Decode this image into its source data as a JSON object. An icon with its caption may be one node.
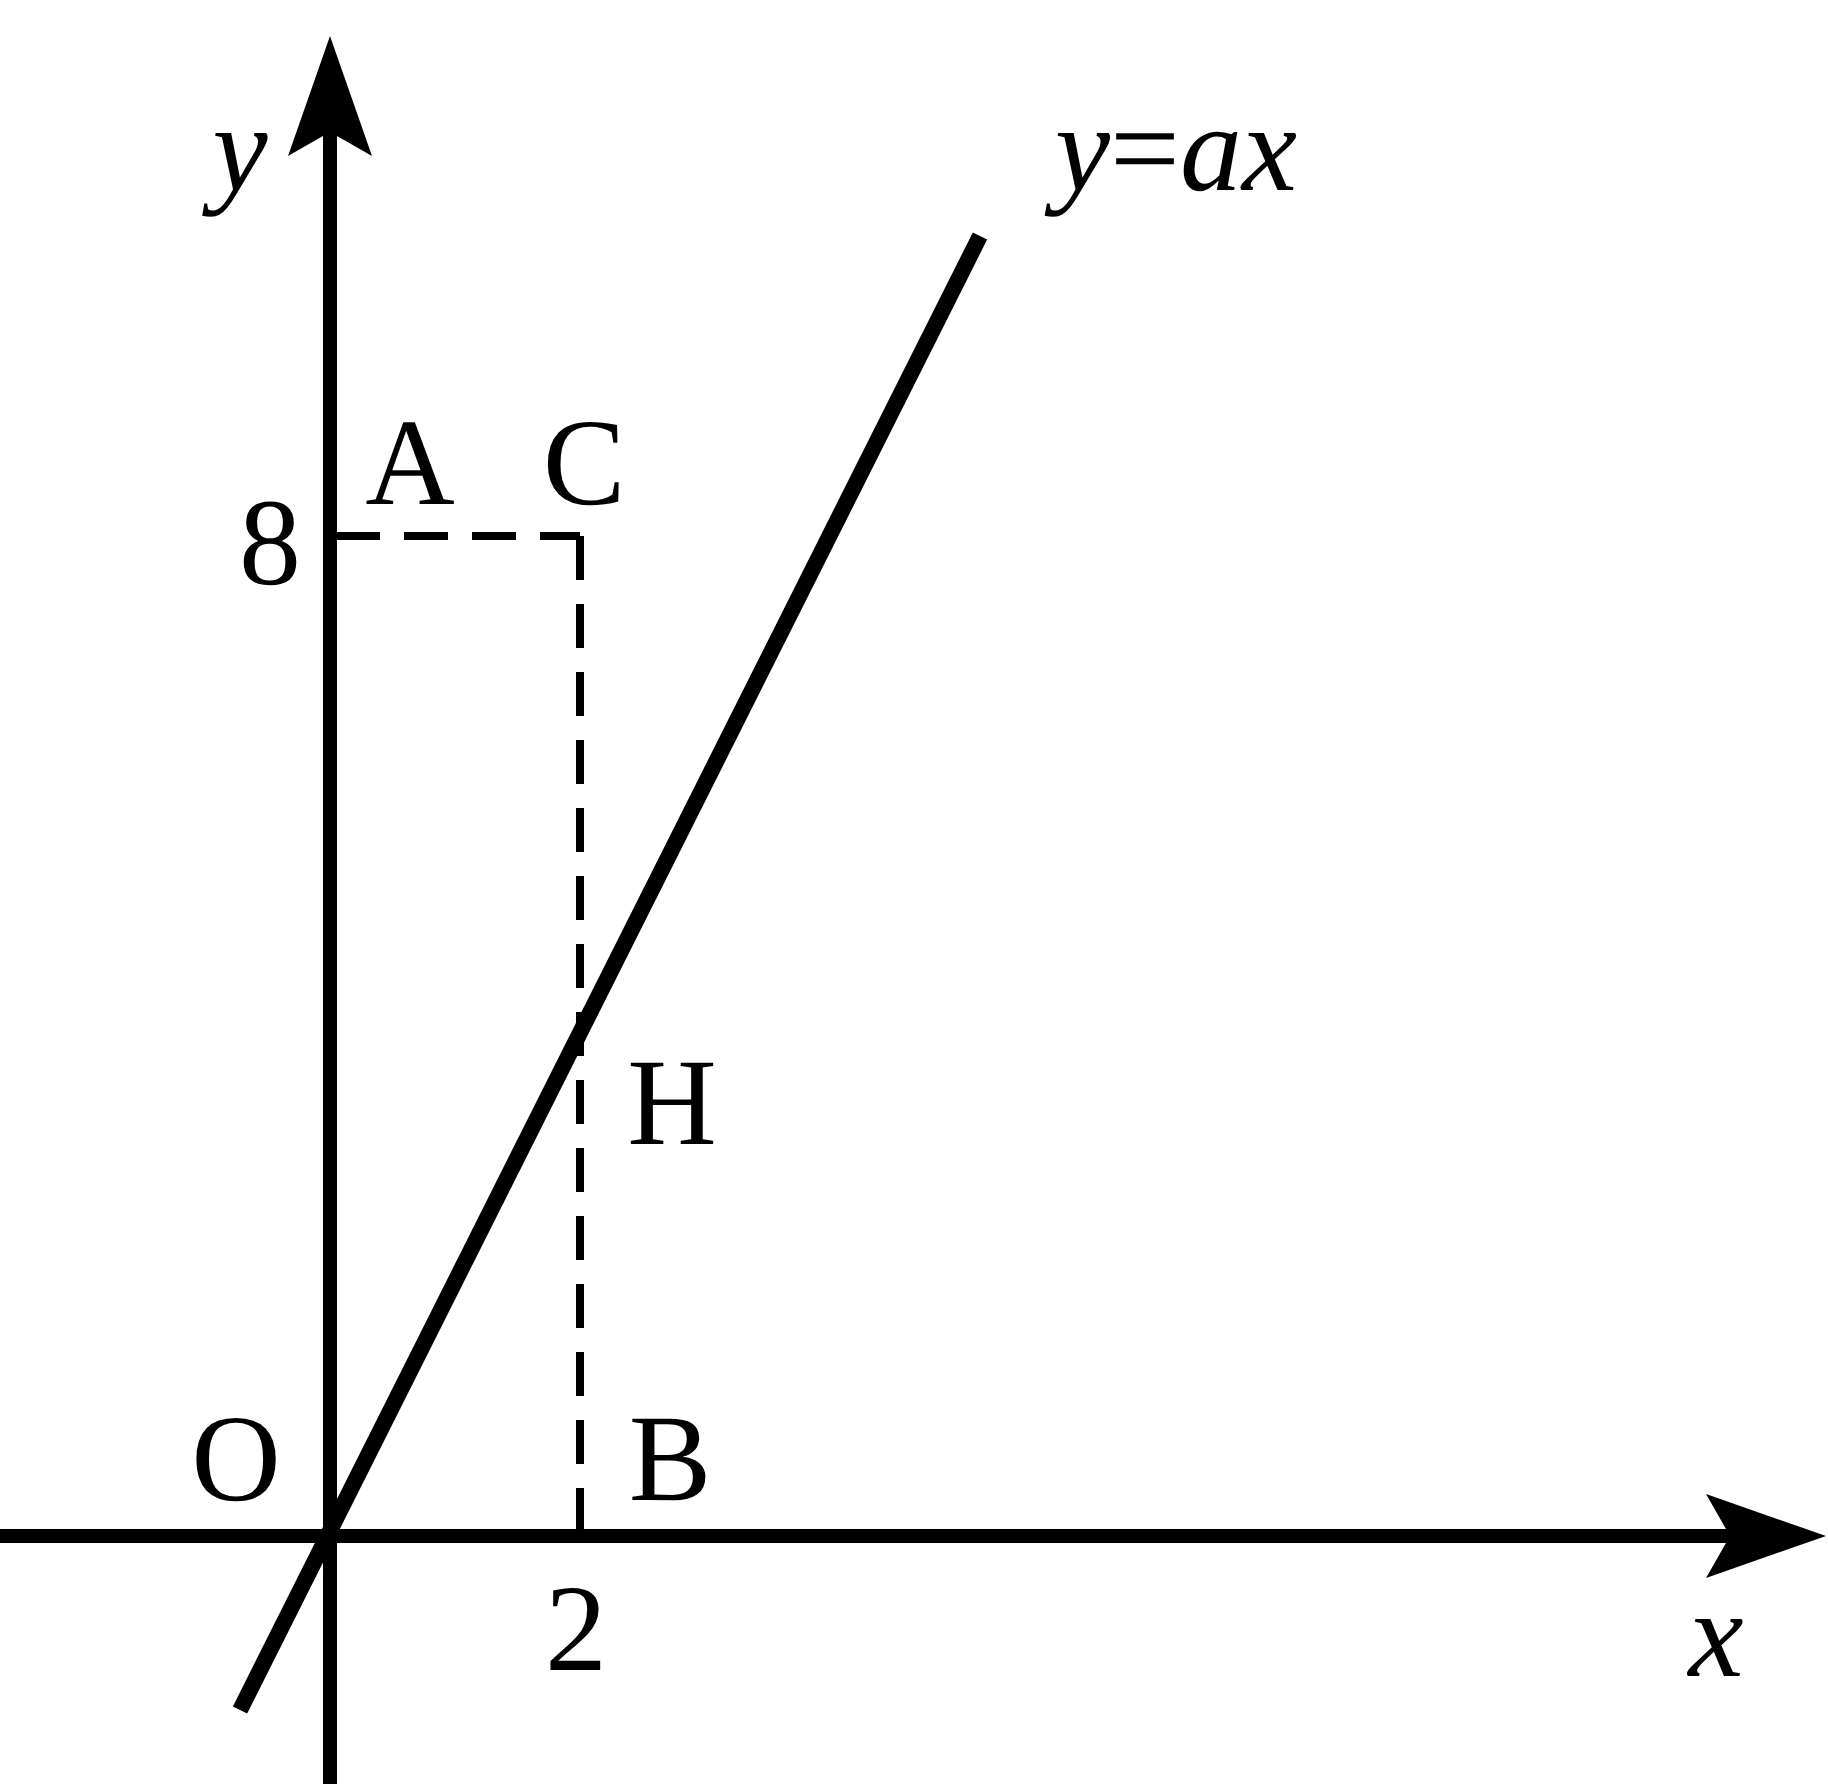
{
  "diagram": {
    "labels": [
      "y",
      "*y*=*ax*",
      "A",
      "C",
      "8",
      "H",
      "O",
      "B",
      "2",
      "x"
    ]
  }
}
